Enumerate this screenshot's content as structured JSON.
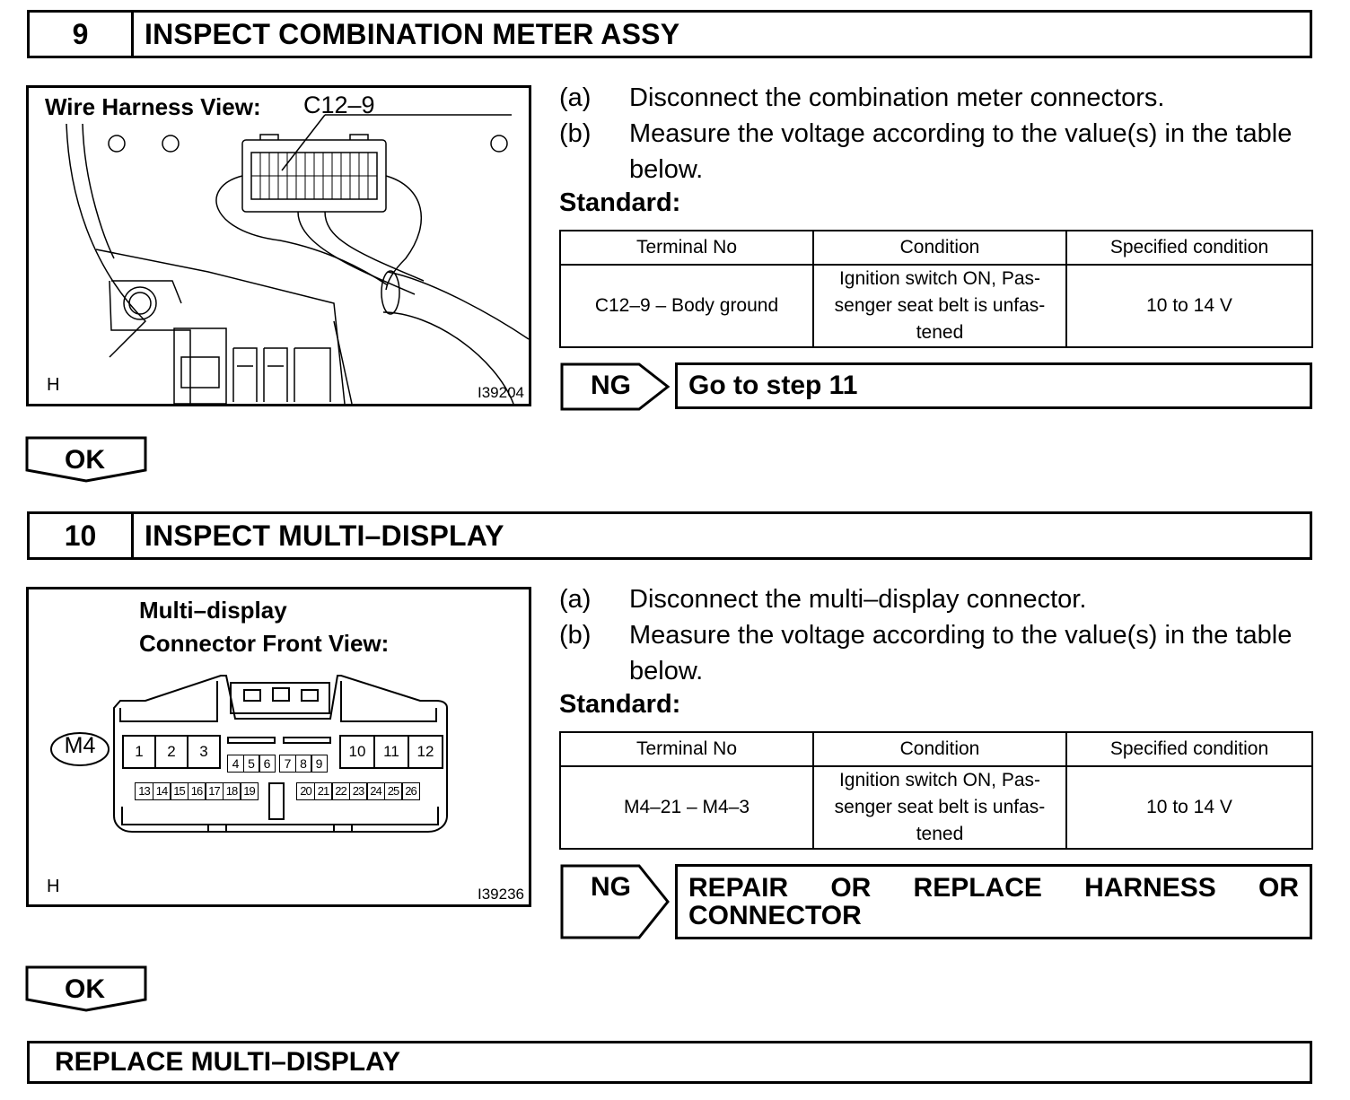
{
  "step9": {
    "number": "9",
    "title": "INSPECT COMBINATION METER ASSY",
    "figure": {
      "label": "Wire Harness View:",
      "connector": "C12–9",
      "corner": "H",
      "code": "I39204"
    },
    "instructions": [
      {
        "mark": "(a)",
        "text": "Disconnect the combination meter connectors."
      },
      {
        "mark": "(b)",
        "text": "Measure the voltage according to the value(s) in the table below."
      }
    ],
    "standard_label": "Standard:",
    "table": {
      "headers": [
        "Terminal No",
        "Condition",
        "Specified condition"
      ],
      "rows": [
        [
          "C12–9 – Body ground",
          "Ignition switch ON, Pas-senger seat belt is unfas-tened",
          "10 to 14 V"
        ]
      ]
    },
    "ng": {
      "label": "NG",
      "text": "Go to step 11"
    },
    "ok": "OK"
  },
  "step10": {
    "number": "10",
    "title": "INSPECT MULTI–DISPLAY",
    "figure": {
      "label_line1": "Multi–display",
      "label_line2": "Connector Front View:",
      "connector": "M4",
      "corner": "H",
      "code": "I39236",
      "pins_top_left": [
        "1",
        "2",
        "3"
      ],
      "pins_top_mid": [
        "4",
        "5",
        "6",
        "7",
        "8",
        "9"
      ],
      "pins_top_right": [
        "10",
        "11",
        "12"
      ],
      "pins_bottom_left": [
        "13",
        "14",
        "15",
        "16",
        "17",
        "18",
        "19"
      ],
      "pins_bottom_right": [
        "20",
        "21",
        "22",
        "23",
        "24",
        "25",
        "26"
      ]
    },
    "instructions": [
      {
        "mark": "(a)",
        "text": "Disconnect the multi–display connector."
      },
      {
        "mark": "(b)",
        "text": "Measure the voltage according to the value(s) in the table below."
      }
    ],
    "standard_label": "Standard:",
    "table": {
      "headers": [
        "Terminal No",
        "Condition",
        "Specified condition"
      ],
      "rows": [
        [
          "M4–21 – M4–3",
          "Ignition switch ON, Pas-senger seat belt is unfas-tened",
          "10 to 14 V"
        ]
      ]
    },
    "ng": {
      "label": "NG",
      "text_line1": "REPAIR OR REPLACE HARNESS OR",
      "text_line2": "CONNECTOR"
    },
    "ok": "OK"
  },
  "final": {
    "text": "REPLACE MULTI–DISPLAY"
  }
}
